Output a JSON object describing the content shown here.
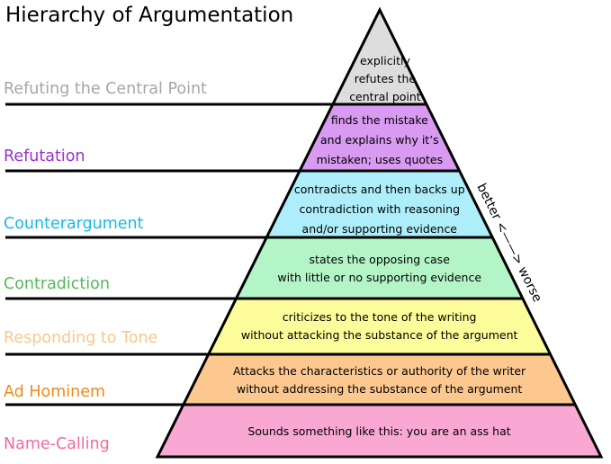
{
  "title": "Hierarchy of Argumentation",
  "axis_label": "better <——> worse",
  "colors": {
    "line": "#000000",
    "outline": "#000000"
  },
  "levels": [
    {
      "label": "Refuting the Central Point",
      "label_color": "#a6a6a6",
      "fill": "#dddddd",
      "description": [
        "explicitly",
        "refutes the",
        "central point"
      ]
    },
    {
      "label": "Refutation",
      "label_color": "#9b30d0",
      "fill": "#d99af2",
      "description": [
        "finds the mistake",
        "and explains why it’s",
        "mistaken; uses quotes"
      ]
    },
    {
      "label": "Counterargument",
      "label_color": "#1ab8e6",
      "fill": "#aeeefa",
      "description": [
        "contradicts and then backs up",
        "contradiction with reasoning",
        "and/or supporting evidence"
      ]
    },
    {
      "label": "Contradiction",
      "label_color": "#55b85a",
      "fill": "#b4f5c8",
      "description": [
        "states the opposing case",
        "with little or no supporting evidence"
      ]
    },
    {
      "label": "Responding to Tone",
      "label_color": "#f6c98c",
      "fill": "#fcfc9a",
      "description": [
        "criticizes to the tone of the writing",
        "without attacking the substance of the argument"
      ]
    },
    {
      "label": "Ad Hominem",
      "label_color": "#f08a1c",
      "fill": "#fcc890",
      "description": [
        "Attacks the  characteristics or authority of the writer",
        "without addressing the substance of the argument"
      ]
    },
    {
      "label": "Name-Calling",
      "label_color": "#f06aa0",
      "fill": "#f9a8d4",
      "description": [
        "Sounds something like this: you are an ass hat"
      ]
    }
  ]
}
